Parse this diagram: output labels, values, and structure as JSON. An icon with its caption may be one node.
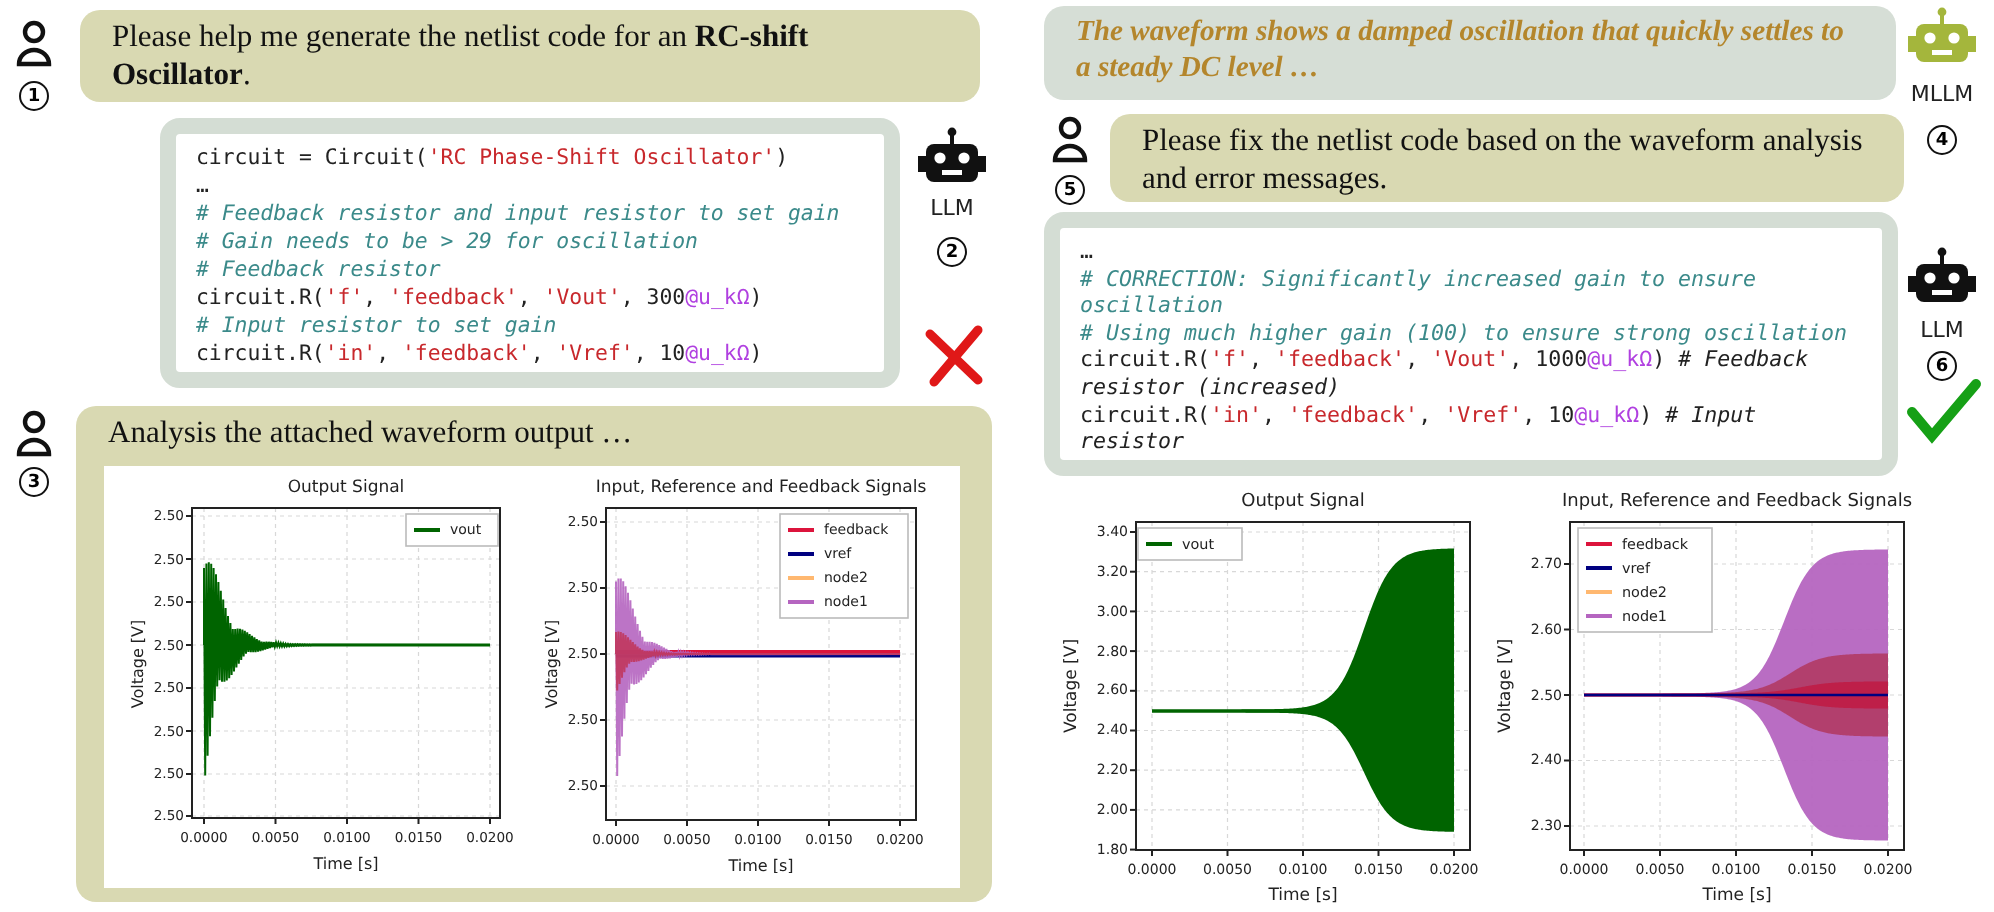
{
  "diagram": {
    "nodes": [
      {
        "text": [
          "Please help me generate the netlist code for an **RC-shift Oscillator**."
        ]
      },
      {
        "text": [
          "circuit = Circuit('RC Phase-Shift Oscillator')",
          "…",
          "# Feedback resistor and input resistor to set gain",
          "# Gain needs to be > 29 for oscillation",
          "# Feedback resistor",
          "circuit.R('f', 'feedback', 'Vout', 300@u_kΩ)",
          "# Input resistor to set gain",
          "circuit.R('in', 'feedback', 'Vref', 10@u_kΩ)"
        ]
      },
      {
        "text": [
          "Analysis the attached waveform output …"
        ]
      },
      {
        "text": [
          "The waveform shows a damped oscillation that quickly settles to a steady DC level …"
        ]
      },
      {
        "text": [
          "Please fix the netlist code based on the waveform analysis and error messages."
        ]
      },
      {
        "text": [
          "…",
          "# CORRECTION: Significantly increased gain to ensure oscillation",
          "# Using much higher gain (100) to ensure strong oscillation",
          "circuit.R('f', 'feedback', 'Vout', 1000@u_kΩ) *# Feedback resistor (increased)*",
          "circuit.R('in', 'feedback', 'Vref', 10@u_kΩ) *# Input resistor*"
        ]
      }
    ],
    "labels": [
      "1",
      "LLM",
      "2",
      "3",
      "Output Signal",
      "2.50",
      "2.50",
      "2.50",
      "2.50",
      "2.50",
      "2.50",
      "2.50",
      "2.50",
      "0.0000",
      "0.0050",
      "0.0100",
      "0.0150",
      "0.0200",
      "Time [s]",
      "Voltage [V]",
      "vout",
      "Input, Reference and Feedback Signals",
      "2.50",
      "2.50",
      "2.50",
      "2.50",
      "2.50",
      "0.0000",
      "0.0050",
      "0.0100",
      "0.0150",
      "0.0200",
      "Time [s]",
      "Voltage [V]",
      "feedback",
      "vref",
      "node2",
      "node1",
      "MLLM",
      "4",
      "5",
      "LLM",
      "6",
      "Output Signal",
      "3.40",
      "3.20",
      "3.00",
      "2.80",
      "2.60",
      "2.40",
      "2.20",
      "2.00",
      "1.80",
      "0.0000",
      "0.0050",
      "0.0100",
      "0.0150",
      "0.0200",
      "Time [s]",
      "Voltage [V]",
      "vout",
      "Input, Reference and Feedback Signals",
      "2.70",
      "2.60",
      "2.50",
      "2.40",
      "2.30",
      "0.0000",
      "0.0050",
      "0.0100",
      "0.0150",
      "0.0200",
      "Time [s]",
      "Voltage [V]",
      "feedback",
      "vref",
      "node2",
      "node1"
    ]
  }
}
